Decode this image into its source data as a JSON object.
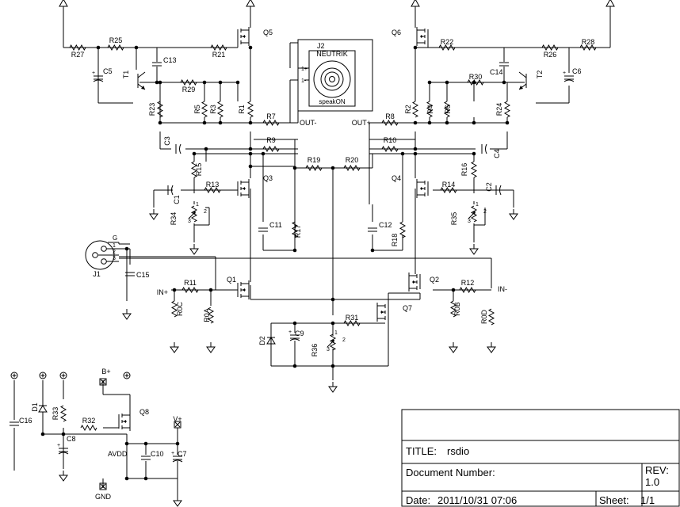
{
  "schematic": {
    "connector_j2": {
      "designator": "J2",
      "brand": "NEUTRIK",
      "model": "speakON",
      "pin_plus": "1+",
      "pin_minus": "1-"
    },
    "xlr_j1": {
      "designator": "J1",
      "pin_g": "G",
      "pin_1": "1",
      "pin_2": "2",
      "pin_3": "3"
    },
    "net_labels": {
      "out_minus": "OUT-",
      "out_plus": "OUT+",
      "in_plus": "IN+",
      "in_minus": "IN-",
      "b_plus": "B+",
      "v_plus": "V+",
      "avdd": "AVDD",
      "gnd": "GND"
    },
    "pot_pins": {
      "p1": "1",
      "p2": "2",
      "p3": "3"
    },
    "components": [
      {
        "ref": "R27"
      },
      {
        "ref": "R25"
      },
      {
        "ref": "C5"
      },
      {
        "ref": "T1"
      },
      {
        "ref": "C13"
      },
      {
        "ref": "R21"
      },
      {
        "ref": "Q5"
      },
      {
        "ref": "R29"
      },
      {
        "ref": "R23"
      },
      {
        "ref": "R5"
      },
      {
        "ref": "R3"
      },
      {
        "ref": "R1"
      },
      {
        "ref": "R7"
      },
      {
        "ref": "R9"
      },
      {
        "ref": "C3"
      },
      {
        "ref": "R19"
      },
      {
        "ref": "R15"
      },
      {
        "ref": "Q3"
      },
      {
        "ref": "C1"
      },
      {
        "ref": "R13"
      },
      {
        "ref": "R34"
      },
      {
        "ref": "C11"
      },
      {
        "ref": "R17"
      },
      {
        "ref": "C15"
      },
      {
        "ref": "R11"
      },
      {
        "ref": "Q1"
      },
      {
        "ref": "R0C"
      },
      {
        "ref": "R0A"
      },
      {
        "ref": "D2"
      },
      {
        "ref": "C9"
      },
      {
        "ref": "R31"
      },
      {
        "ref": "R36"
      },
      {
        "ref": "Q7"
      },
      {
        "ref": "Q6"
      },
      {
        "ref": "R22"
      },
      {
        "ref": "R28"
      },
      {
        "ref": "R26"
      },
      {
        "ref": "C14"
      },
      {
        "ref": "C6"
      },
      {
        "ref": "R30"
      },
      {
        "ref": "T2"
      },
      {
        "ref": "R2"
      },
      {
        "ref": "R4"
      },
      {
        "ref": "R6"
      },
      {
        "ref": "R24"
      },
      {
        "ref": "R8"
      },
      {
        "ref": "R10"
      },
      {
        "ref": "C4"
      },
      {
        "ref": "R20"
      },
      {
        "ref": "R16"
      },
      {
        "ref": "Q4"
      },
      {
        "ref": "R14"
      },
      {
        "ref": "C2"
      },
      {
        "ref": "R35"
      },
      {
        "ref": "C12"
      },
      {
        "ref": "R18"
      },
      {
        "ref": "Q2"
      },
      {
        "ref": "R12"
      },
      {
        "ref": "R0B"
      },
      {
        "ref": "R0D"
      },
      {
        "ref": "C16"
      },
      {
        "ref": "D1"
      },
      {
        "ref": "R33"
      },
      {
        "ref": "R32"
      },
      {
        "ref": "C8"
      },
      {
        "ref": "Q8"
      },
      {
        "ref": "C10"
      },
      {
        "ref": "C7"
      }
    ]
  },
  "title_block": {
    "title_label": "TITLE:",
    "title_value": "rsdio",
    "docnum_label": "Document Number:",
    "docnum_value": "",
    "rev_label": "REV:",
    "rev_value": "1.0",
    "date_label": "Date:",
    "date_value": "2011/10/31 07:06",
    "sheet_label": "Sheet:",
    "sheet_value": "1/1"
  }
}
